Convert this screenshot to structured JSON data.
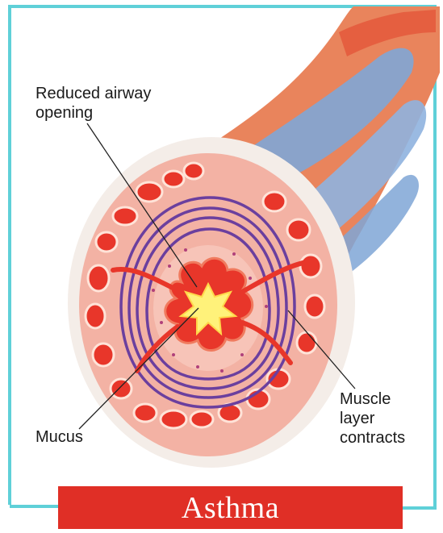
{
  "labels": {
    "reduced_airway": "Reduced airway\nopening",
    "mucus": "Mucus",
    "muscle": "Muscle\nlayer\ncontracts"
  },
  "title": "Asthma",
  "colors": {
    "frame": "#5fd0d8",
    "banner": "#e02f26",
    "tissue": "#f3b2a4",
    "muscle": "#6b3f9e",
    "vessel": "#e8362a",
    "airway_blue": "#7fa6d6",
    "mucus": "#fff27a"
  }
}
